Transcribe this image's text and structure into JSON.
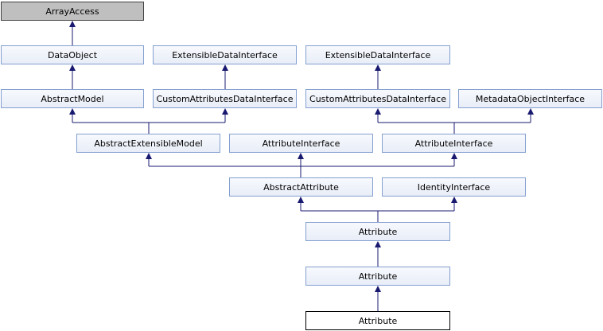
{
  "diagram": {
    "nodes": {
      "array_access": "ArrayAccess",
      "data_object": "DataObject",
      "extensible_data_interface_1": "ExtensibleDataInterface",
      "extensible_data_interface_2": "ExtensibleDataInterface",
      "abstract_model": "AbstractModel",
      "custom_attributes_data_interface_1": "CustomAttributesDataInterface",
      "custom_attributes_data_interface_2": "CustomAttributesDataInterface",
      "metadata_object_interface": "MetadataObjectInterface",
      "abstract_extensible_model": "AbstractExtensibleModel",
      "attribute_interface_1": "AttributeInterface",
      "attribute_interface_2": "AttributeInterface",
      "abstract_attribute": "AbstractAttribute",
      "identity_interface": "IdentityInterface",
      "attribute_1": "Attribute",
      "attribute_2": "Attribute",
      "attribute_3": "Attribute"
    },
    "edge_color": "#191970",
    "node_border_color": "#84a0d0",
    "root_node_color": "#bfbfbf"
  }
}
